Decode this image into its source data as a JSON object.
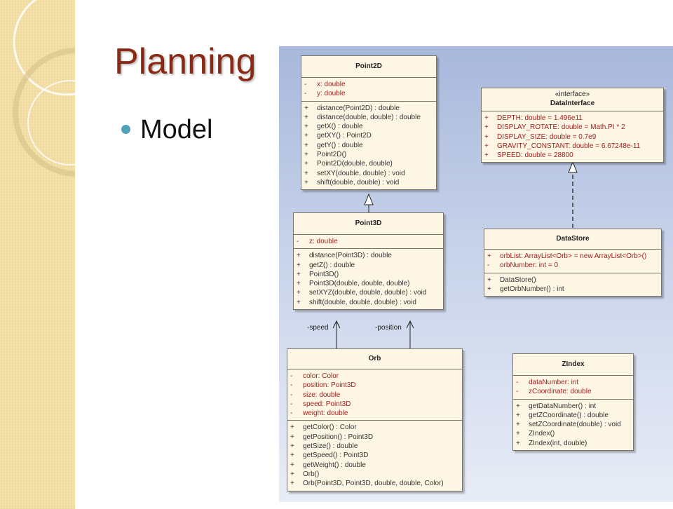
{
  "slide": {
    "title": "Planning",
    "bullet": "Model"
  },
  "colors": {
    "title": "#8b2a14",
    "bullet": "#4fa3b5",
    "attribute_text": "#a52020",
    "class_fill": "#fdf6e4"
  },
  "diagram": {
    "classes": {
      "point2d": {
        "name": "Point2D",
        "attributes": [
          {
            "vis": "-",
            "text": "x: double"
          },
          {
            "vis": "-",
            "text": "y: double"
          }
        ],
        "operations": [
          {
            "vis": "+",
            "text": "distance(Point2D) : double"
          },
          {
            "vis": "+",
            "text": "distance(double, double) : double"
          },
          {
            "vis": "+",
            "text": "getX() : double"
          },
          {
            "vis": "+",
            "text": "getXY() : Point2D"
          },
          {
            "vis": "+",
            "text": "getY() : double"
          },
          {
            "vis": "+",
            "text": "Point2D()"
          },
          {
            "vis": "+",
            "text": "Point2D(double, double)"
          },
          {
            "vis": "+",
            "text": "setXY(double, double) : void"
          },
          {
            "vis": "+",
            "text": "shift(double, double) : void"
          }
        ]
      },
      "datainterface": {
        "stereotype": "«interface»",
        "name": "DataInterface",
        "attributes": [
          {
            "vis": "+",
            "text": "DEPTH:  double = 1.496e11"
          },
          {
            "vis": "+",
            "text": "DISPLAY_ROTATE:  double = Math.PI * 2"
          },
          {
            "vis": "+",
            "text": "DISPLAY_SIZE:  double = 0.7e9"
          },
          {
            "vis": "+",
            "text": "GRAVITY_CONSTANT:  double = 6.67248e-11"
          },
          {
            "vis": "+",
            "text": "SPEED:  double = 28800"
          }
        ]
      },
      "point3d": {
        "name": "Point3D",
        "attributes": [
          {
            "vis": "-",
            "text": "z:  double"
          }
        ],
        "operations": [
          {
            "vis": "+",
            "text": "distance(Point3D) : double"
          },
          {
            "vis": "+",
            "text": "getZ() : double"
          },
          {
            "vis": "+",
            "text": "Point3D()"
          },
          {
            "vis": "+",
            "text": "Point3D(double, double, double)"
          },
          {
            "vis": "+",
            "text": "setXYZ(double, double, double) : void"
          },
          {
            "vis": "+",
            "text": "shift(double, double, double) : void"
          }
        ]
      },
      "datastore": {
        "name": "DataStore",
        "attributes": [
          {
            "vis": "+",
            "text": "orbList:  ArrayList<Orb> = new ArrayList<Orb>()"
          },
          {
            "vis": "-",
            "text": "orbNumber:  int = 0"
          }
        ],
        "operations": [
          {
            "vis": "+",
            "text": "DataStore()"
          },
          {
            "vis": "+",
            "text": "getOrbNumber() : int"
          }
        ]
      },
      "orb": {
        "name": "Orb",
        "attributes": [
          {
            "vis": "-",
            "text": "color:  Color"
          },
          {
            "vis": "-",
            "text": "position:  Point3D"
          },
          {
            "vis": "-",
            "text": "size:  double"
          },
          {
            "vis": "-",
            "text": "speed:  Point3D"
          },
          {
            "vis": "-",
            "text": "weight:  double"
          }
        ],
        "operations": [
          {
            "vis": "+",
            "text": "getColor() : Color"
          },
          {
            "vis": "+",
            "text": "getPosition() : Point3D"
          },
          {
            "vis": "+",
            "text": "getSize() : double"
          },
          {
            "vis": "+",
            "text": "getSpeed() : Point3D"
          },
          {
            "vis": "+",
            "text": "getWeight() : double"
          },
          {
            "vis": "+",
            "text": "Orb()"
          },
          {
            "vis": "+",
            "text": "Orb(Point3D, Point3D, double, double, Color)"
          }
        ]
      },
      "zindex": {
        "name": "ZIndex",
        "attributes": [
          {
            "vis": "-",
            "text": "dataNumber:  int"
          },
          {
            "vis": "-",
            "text": "zCoordinate:  double"
          }
        ],
        "operations": [
          {
            "vis": "+",
            "text": "getDataNumber() : int"
          },
          {
            "vis": "+",
            "text": "getZCoordinate() : double"
          },
          {
            "vis": "+",
            "text": "setZCoordinate(double) : void"
          },
          {
            "vis": "+",
            "text": "ZIndex()"
          },
          {
            "vis": "+",
            "text": "ZIndex(int, double)"
          }
        ]
      }
    },
    "associations": {
      "speed": "-speed",
      "position": "-position"
    }
  }
}
